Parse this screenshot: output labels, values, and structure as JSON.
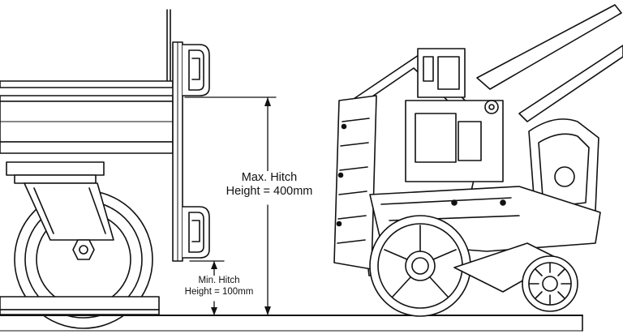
{
  "labels": {
    "max_hitch": {
      "line1": "Max. Hitch",
      "line2": "Height = 400mm"
    },
    "min_hitch": {
      "line1": "Min. Hitch",
      "line2": "Height = 100mm"
    }
  },
  "measurements": {
    "max_hitch_height_mm": 400,
    "min_hitch_height_mm": 100
  },
  "colors": {
    "line": "#111111",
    "background": "#ffffff",
    "ground": "#ffffff"
  },
  "icons": [
    "arrow-up-icon",
    "arrow-down-icon"
  ]
}
